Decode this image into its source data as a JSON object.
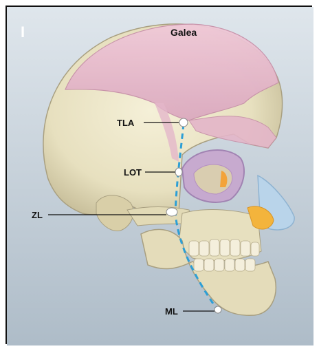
{
  "figure": {
    "panel_letter": "I",
    "labels": {
      "galea": "Galea",
      "tla": "TLA",
      "lot": "LOT",
      "zl": "ZL",
      "ml": "ML"
    }
  },
  "colors": {
    "background": "#c9d5dd",
    "bone": "#ece5c6",
    "bone_shadow": "#b9b08f",
    "galea": "#e9bfd0",
    "orbit": "#c7a8cf",
    "dashed_line": "#2d9fd6",
    "leader_line": "#111111",
    "nasal_cartilage": "#b9d4ea",
    "orange_accent": "#f3b43c"
  }
}
